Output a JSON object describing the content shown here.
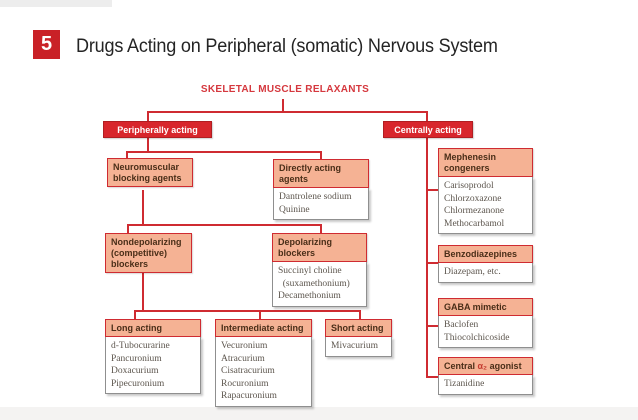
{
  "page": {
    "badge_number": "5",
    "title": "Drugs Acting on Peripheral (somatic) Nervous System"
  },
  "diagram": {
    "root_label": "SKELETAL MUSCLE RELAXANTS",
    "colors": {
      "line_red": "#cf2b31",
      "category_box_red": "#d8262c",
      "header_box_peach": "#f5b294",
      "header_text_brown": "#4a2e18",
      "drug_text_gray": "#5d564e",
      "badge_red": "#c92127"
    },
    "nodes": {
      "peripherally_acting": {
        "label": "Peripherally acting"
      },
      "centrally_acting": {
        "label": "Centrally acting"
      },
      "neuromuscular": {
        "label": "Neuromuscular\nblocking agents"
      },
      "directly_acting": {
        "label": "Directly acting\nagents",
        "drugs": [
          "Dantrolene sodium",
          "Quinine"
        ]
      },
      "nondepolarizing": {
        "label": "Nondepolarizing\n(competitive)\nblockers"
      },
      "depolarizing": {
        "label": "Depolarizing\nblockers",
        "drugs": [
          "Succinyl choline",
          "  (suxamethonium)",
          "Decamethonium"
        ]
      },
      "long_acting": {
        "label": "Long acting",
        "drugs": [
          "d-Tubocurarine",
          "Pancuronium",
          "Doxacurium",
          "Pipecuronium"
        ]
      },
      "intermediate_acting": {
        "label": "Intermediate acting",
        "drugs": [
          "Vecuronium",
          "Atracurium",
          "Cisatracurium",
          "Rocuronium",
          "Rapacuronium"
        ]
      },
      "short_acting": {
        "label": "Short acting",
        "drugs": [
          "Mivacurium"
        ]
      },
      "mephenesin": {
        "label": "Mephenesin\ncongeners",
        "drugs": [
          "Carisoprodol",
          "Chlorzoxazone",
          "Chlormezanone",
          "Methocarbamol"
        ]
      },
      "benzodiazepines": {
        "label": "Benzodiazepines",
        "drugs": [
          "Diazepam, etc."
        ]
      },
      "gaba_mimetic": {
        "label": "GABA mimetic",
        "drugs": [
          "Baclofen",
          "Thiocolchicoside"
        ]
      },
      "central_alpha2": {
        "label_prefix": "Central ",
        "alpha": "α₂",
        "label_suffix": " agonist",
        "drugs": [
          "Tizanidine"
        ]
      }
    }
  }
}
